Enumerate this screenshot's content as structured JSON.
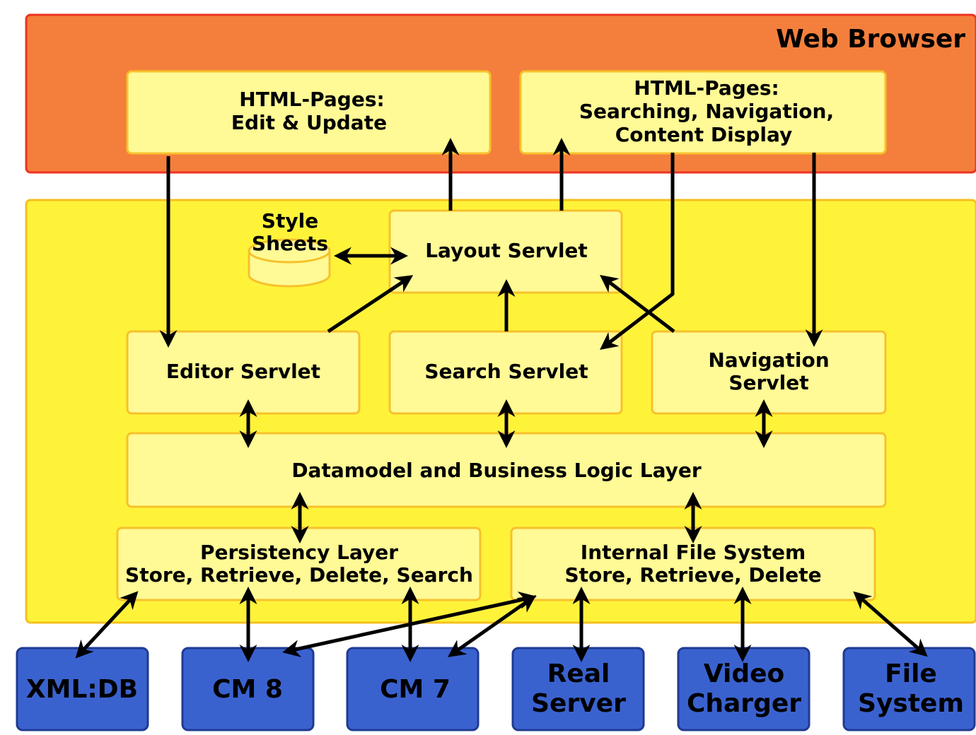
{
  "browser": {
    "title": "Web Browser",
    "edit_pages": [
      "HTML-Pages:",
      "Edit & Update"
    ],
    "search_pages": [
      "HTML-Pages:",
      "Searching, Navigation,",
      "Content Display"
    ]
  },
  "server": {
    "style_sheets": [
      "Style",
      "Sheets"
    ],
    "layout_servlet": "Layout Servlet",
    "editor_servlet": "Editor Servlet",
    "search_servlet": "Search Servlet",
    "navigation_servlet": [
      "Navigation",
      "Servlet"
    ],
    "datamodel": "Datamodel and Business Logic Layer",
    "persistency": [
      "Persistency Layer",
      "Store, Retrieve, Delete, Search"
    ],
    "internal_fs": [
      "Internal File System",
      "Store, Retrieve, Delete"
    ]
  },
  "backends": {
    "xmldb": [
      "XML:DB"
    ],
    "cm8": [
      "CM 8"
    ],
    "cm7": [
      "CM 7"
    ],
    "real_server": [
      "Real",
      "Server"
    ],
    "video_charger": [
      "Video",
      "Charger"
    ],
    "file_system": [
      "File",
      "System"
    ]
  },
  "colors": {
    "browser_bg": "#f47f3c",
    "browser_border": "#ee3322",
    "server_bg": "#fff33a",
    "server_border": "#f6c020",
    "box_fill": "#fffa95",
    "box_border": "#f7c12b",
    "backend_fill": "#3a62cf",
    "backend_border": "#1f3a92"
  }
}
